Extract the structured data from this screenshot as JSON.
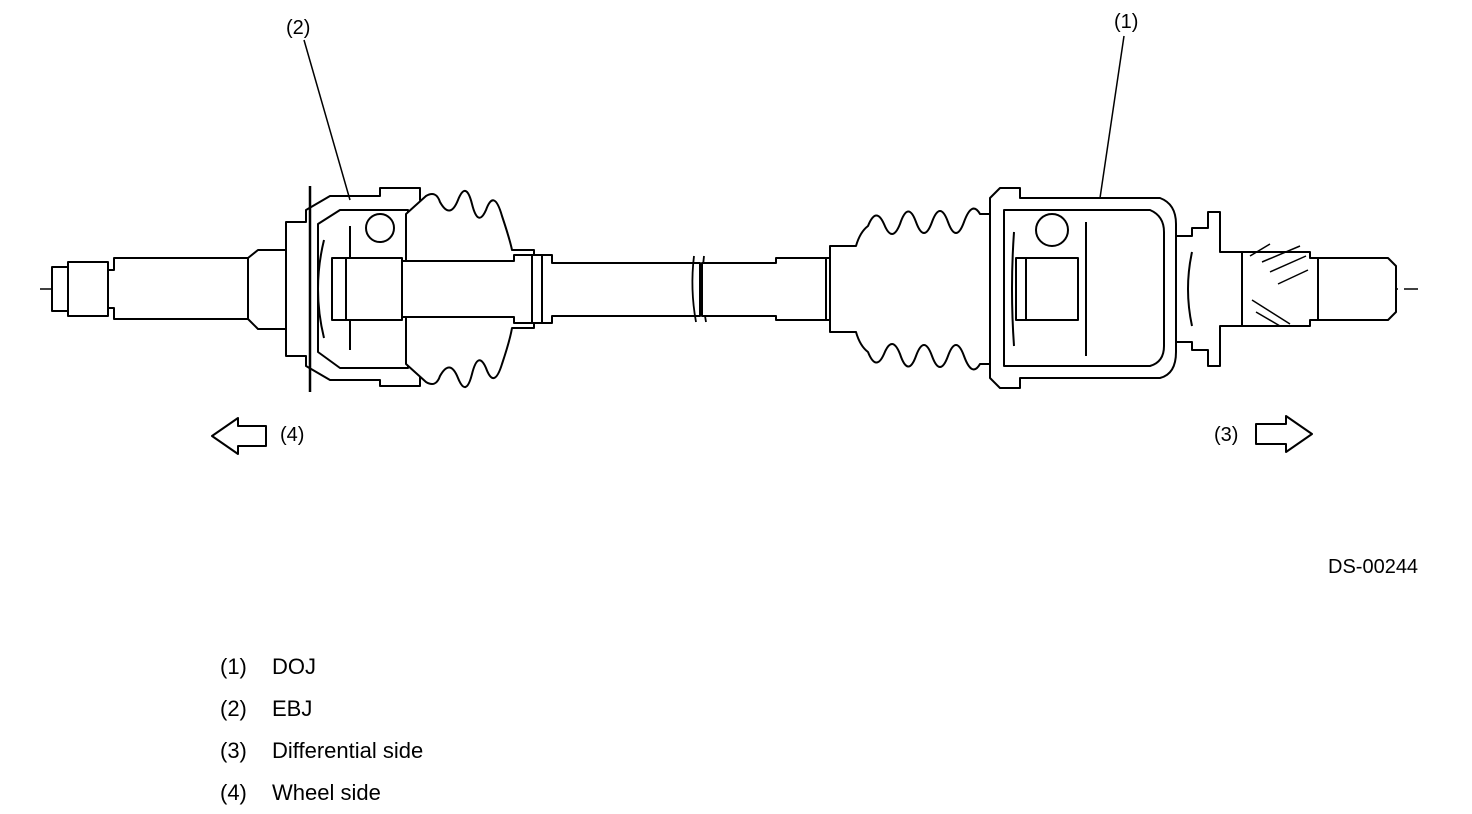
{
  "callouts": {
    "c1": "(1)",
    "c2": "(2)",
    "c3": "(3)",
    "c4": "(4)"
  },
  "figure_id": "DS-00244",
  "legend": [
    {
      "num": "(1)",
      "text": "DOJ"
    },
    {
      "num": "(2)",
      "text": "EBJ"
    },
    {
      "num": "(3)",
      "text": "Differential side"
    },
    {
      "num": "(4)",
      "text": "Wheel side"
    }
  ]
}
